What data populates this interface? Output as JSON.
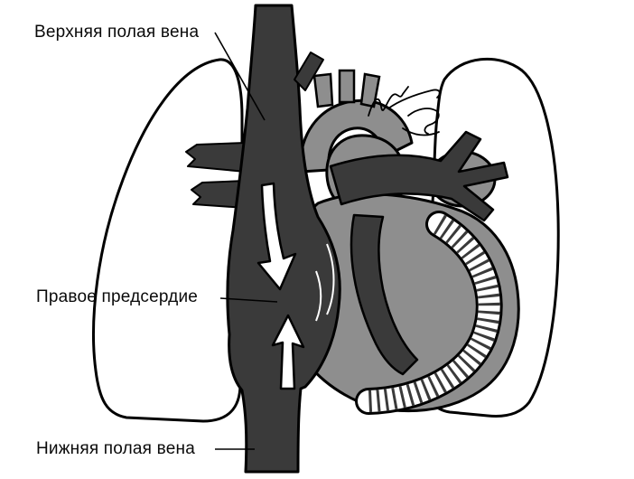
{
  "figure": {
    "labels": {
      "superior_vena_cava": "Верхняя полая вена",
      "right_atrium": "Правое предсердие",
      "inferior_vena_cava": "Нижняя полая вена"
    },
    "colors": {
      "background": "#ffffff",
      "outline": "#000000",
      "dark_vessel": "#3a3a3a",
      "heart_muscle_gray": "#8e8e8e",
      "arrow_fill": "#ffffff"
    },
    "icons": {
      "arrow_down": "blood-flow-arrow-down",
      "arrow_up": "blood-flow-arrow-up",
      "signature": "handwritten-artist-signature"
    }
  }
}
